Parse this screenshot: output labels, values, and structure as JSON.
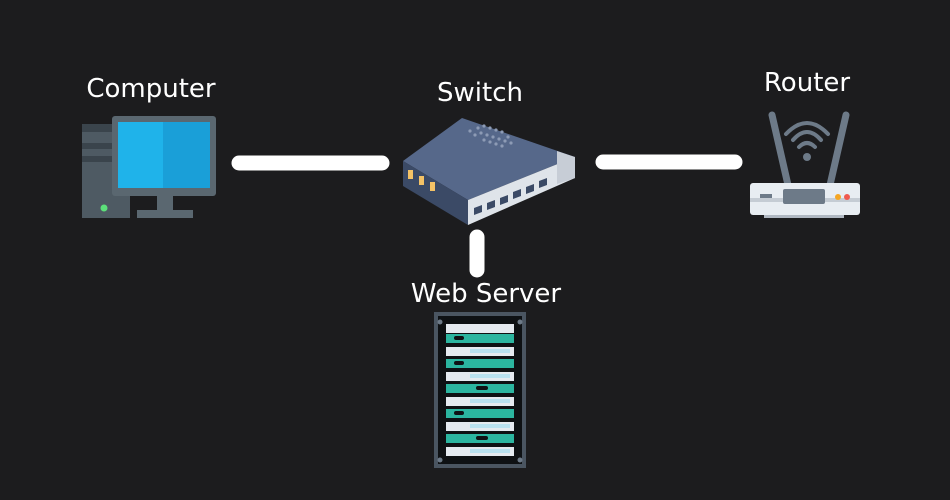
{
  "nodes": [
    {
      "id": "computer",
      "label": "Computer",
      "icon": "desktop-computer-icon"
    },
    {
      "id": "switch",
      "label": "Switch",
      "icon": "network-switch-icon"
    },
    {
      "id": "router",
      "label": "Router",
      "icon": "wifi-router-icon"
    },
    {
      "id": "server",
      "label": "Web Server",
      "icon": "server-rack-icon"
    }
  ],
  "links": [
    {
      "from": "computer",
      "to": "switch"
    },
    {
      "from": "switch",
      "to": "router"
    },
    {
      "from": "switch",
      "to": "server"
    }
  ],
  "colors": {
    "background": "#1c1c1e",
    "link": "#ffffff",
    "label": "#ffffff",
    "monitor_screen": "#1fb3ea",
    "switch_body": "#4a5a78",
    "router_body": "#e8edf2",
    "server_accent": "#2bb5a0"
  }
}
